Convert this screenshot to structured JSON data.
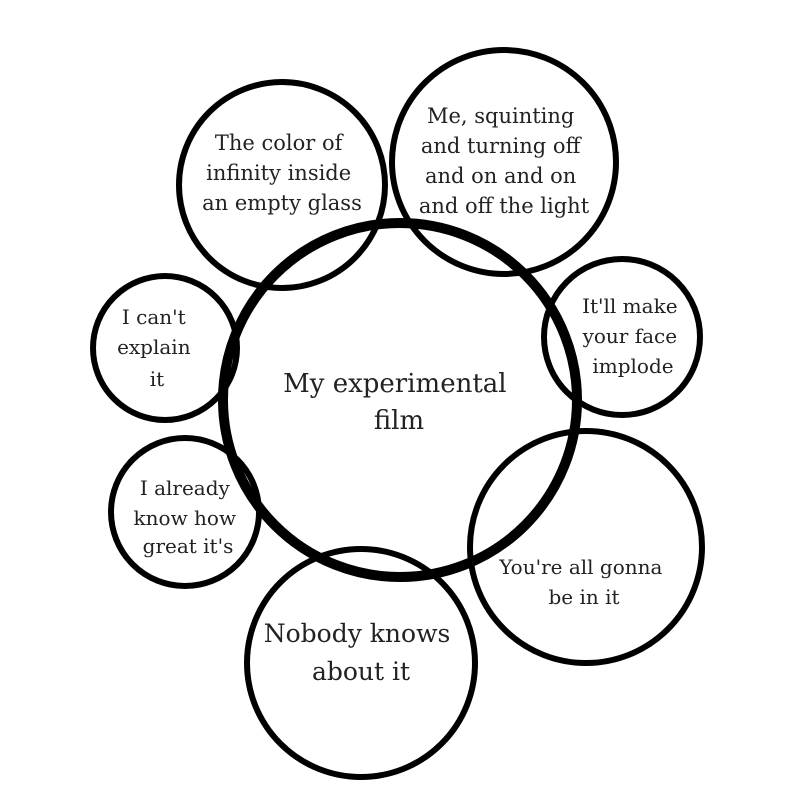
{
  "diagram": {
    "style": {
      "background": "#ffffff",
      "stroke": "#000000",
      "text_color": "#222222"
    },
    "center": {
      "lines": [
        "My experimental",
        "film"
      ]
    },
    "bubbles": [
      {
        "id": "color-of-infinity",
        "lines": [
          "The color of",
          "infinity inside",
          "an empty glass"
        ]
      },
      {
        "id": "me-squinting",
        "lines": [
          "Me, squinting",
          "and turning off",
          "and on and on",
          "and off the light"
        ]
      },
      {
        "id": "face-implode",
        "lines": [
          "It'll make",
          "your face",
          "implode"
        ]
      },
      {
        "id": "cant-explain",
        "lines": [
          "I can't",
          "explain",
          "it"
        ]
      },
      {
        "id": "already-know",
        "lines": [
          "I already",
          "know how",
          "great it's"
        ]
      },
      {
        "id": "all-gonna-be-in-it",
        "lines": [
          "You're all gonna",
          "be in it"
        ]
      },
      {
        "id": "nobody-knows",
        "lines": [
          "Nobody knows",
          "about it"
        ]
      }
    ]
  }
}
